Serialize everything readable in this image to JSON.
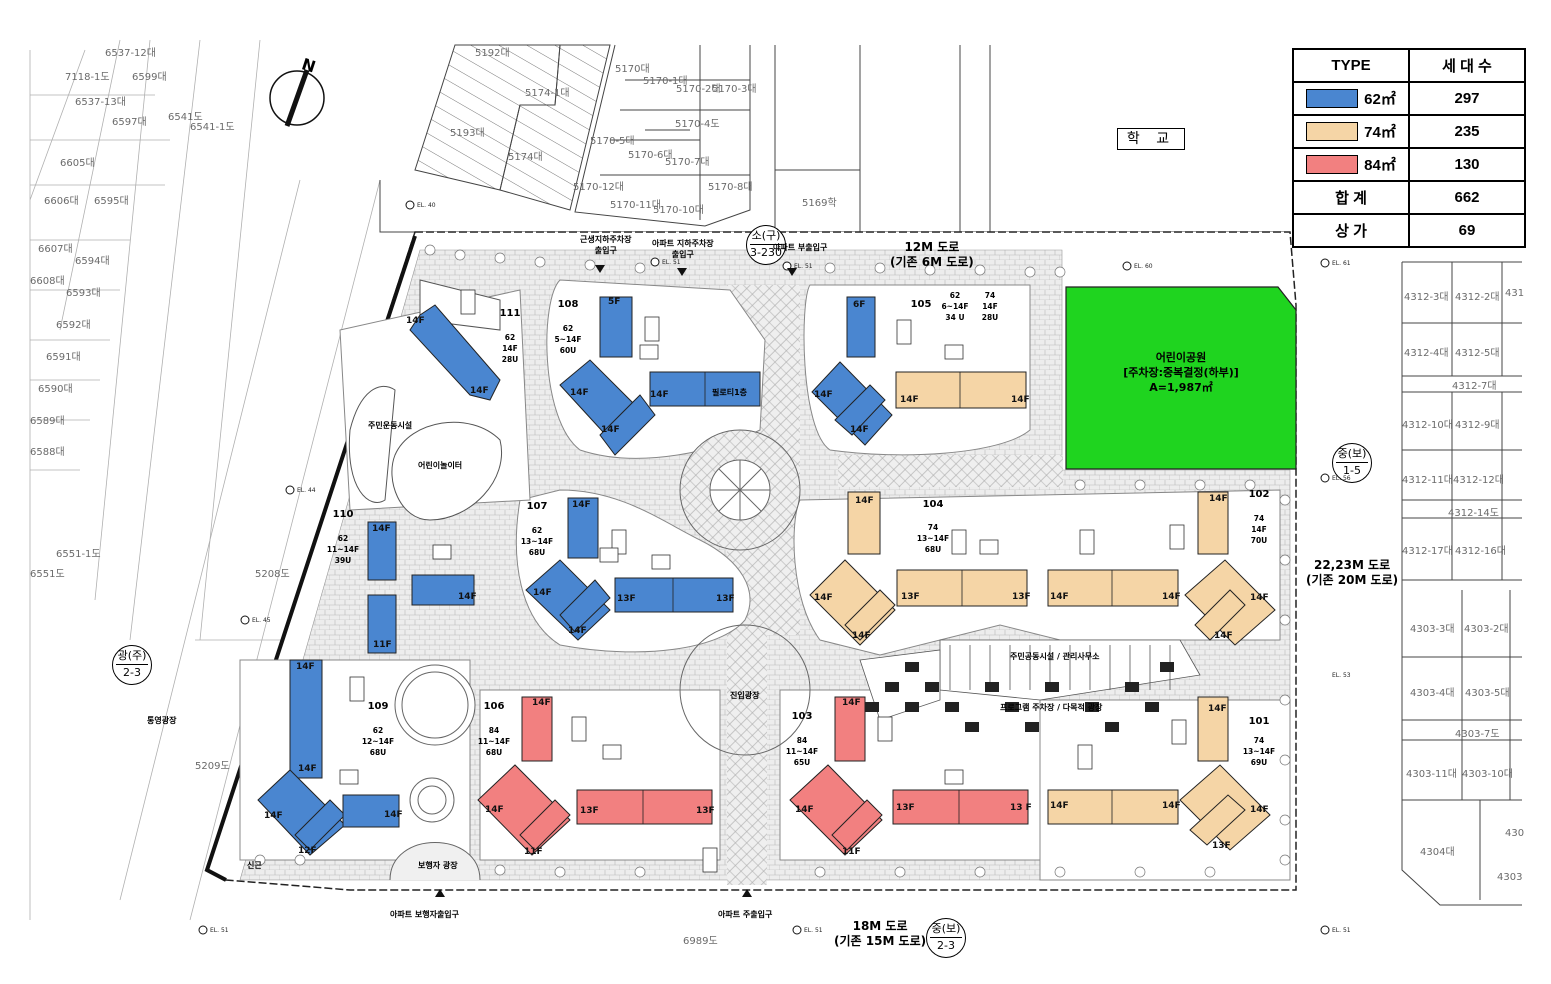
{
  "legend": {
    "header_type": "TYPE",
    "header_units": "세 대 수",
    "rows": [
      {
        "type": "62㎡",
        "units": "297",
        "color": "#4a86d0"
      },
      {
        "type": "74㎡",
        "units": "235",
        "color": "#f5d5a6"
      },
      {
        "type": "84㎡",
        "units": "130",
        "color": "#f28080"
      }
    ],
    "total_label": "합 계",
    "total_value": "662",
    "commercial_label": "상 가",
    "commercial_value": "69"
  },
  "colors": {
    "type62": "#4a86d0",
    "type74": "#f5d5a6",
    "type84": "#f28080",
    "park": "#1fd41f",
    "paving": "#e6e6e6"
  },
  "compass": {
    "label": "N"
  },
  "school_label": "학 교",
  "roads": {
    "north_line1": "12M 도로",
    "north_line2": "(기존 6M 도로)",
    "east_line1": "22,23M 도로",
    "east_line2": "(기존 20M 도로)",
    "south_line1": "18M 도로",
    "south_line2": "(기존 15M 도로)"
  },
  "zone_badges": {
    "north": {
      "top": "소(구)",
      "bottom": "3-230"
    },
    "east": {
      "top": "중(보)",
      "bottom": "1-5"
    },
    "west": {
      "top": "광(주)",
      "bottom": "2-3"
    },
    "south": {
      "top": "중(보)",
      "bottom": "2-3"
    }
  },
  "entrances": {
    "commercial_parking_line1": "근생지하주차장",
    "commercial_parking_line2": "출입구",
    "apt_parking_line1": "아파트 지하주차장",
    "apt_parking_line2": "출입구",
    "apt_sub": "아파트 부출입구",
    "apt_pedestrian": "아파트 보행자출입구",
    "apt_main": "아파트 주출입구"
  },
  "park": {
    "line1": "어린이공원",
    "line2": "[주차장:중복결정(하부)]",
    "line3": "A=1,987㎡"
  },
  "facilities": {
    "community": "주민운동시설",
    "playground": "어린이놀이터",
    "pilotis": "필로티1층",
    "central_plaza": "진입광장",
    "community_office": "주민공동시설 / 관리사무소",
    "program_parking": "프로그램 주차장 / 다목적 광장",
    "pedestrian_plaza": "보행자 광장",
    "open_plaza": "통영광장",
    "guard": "신근"
  },
  "elevations": {
    "e40": "EL. 40",
    "e44": "EL. 44",
    "e45": "EL. 45",
    "e51": "EL. 51",
    "e60": "EL. 60",
    "e61": "EL. 61",
    "e56": "EL. 56",
    "e53": "EL. 53"
  },
  "buildings": [
    {
      "dong": "111",
      "type": "62",
      "floors": "14F",
      "units": "28U"
    },
    {
      "dong": "108",
      "type": "62",
      "floors": "5~14F",
      "units": "60U"
    },
    {
      "dong": "105",
      "type": "62",
      "floors": "6~14F",
      "units": "34 U",
      "type2": "74",
      "floors2": "14F",
      "units2": "28U"
    },
    {
      "dong": "107",
      "type": "62",
      "floors": "13~14F",
      "units": "68U"
    },
    {
      "dong": "104",
      "type": "74",
      "floors": "13~14F",
      "units": "68U"
    },
    {
      "dong": "102",
      "type": "74",
      "floors": "14F",
      "units": "70U"
    },
    {
      "dong": "110",
      "type": "62",
      "floors": "11~14F",
      "units": "39U"
    },
    {
      "dong": "109",
      "type": "62",
      "floors": "12~14F",
      "units": "68U"
    },
    {
      "dong": "106",
      "type": "84",
      "floors": "11~14F",
      "units": "68U"
    },
    {
      "dong": "103",
      "type": "84",
      "floors": "11~14F",
      "units": "65U"
    },
    {
      "dong": "101",
      "type": "74",
      "floors": "13~14F",
      "units": "69U"
    }
  ],
  "floor_labels": {
    "f14": "14F",
    "f13": "13F",
    "f12": "12F",
    "f11": "11F",
    "f6": "6F",
    "f5": "5F",
    "f13b": "13 F"
  },
  "lots": [
    "6537-12대",
    "7118-1도",
    "6599대",
    "6537-13대",
    "6597대",
    "6541도",
    "6541-1도",
    "6605대",
    "6606대",
    "6595대",
    "6607대",
    "6594대",
    "6608대",
    "6593대",
    "6592대",
    "6591대",
    "6590대",
    "6589대",
    "6588대",
    "6551-1도",
    "6551도",
    "5208도",
    "5209도",
    "5192대",
    "5193대",
    "5174-1대",
    "5174대",
    "5170대",
    "5170-1대",
    "5170-2대",
    "5170-3대",
    "5170-4도",
    "5170-5대",
    "5170-6대",
    "5170-7대",
    "5170-12대",
    "5170-11대",
    "5170-10대",
    "5170-8대",
    "5169학",
    "4312-3대",
    "4312-2대",
    "4312-4대",
    "4312-5대",
    "4312-7대",
    "4312-10대",
    "4312-9대",
    "4312-11대",
    "4312-12대",
    "4312-14도",
    "4312-17대",
    "4312-16대",
    "4303-3대",
    "4303-2대",
    "4303-4대",
    "4303-5대",
    "4303-7도",
    "4303-11대",
    "4303-10대",
    "4304대",
    "6989도",
    "431",
    "430",
    "4303"
  ]
}
